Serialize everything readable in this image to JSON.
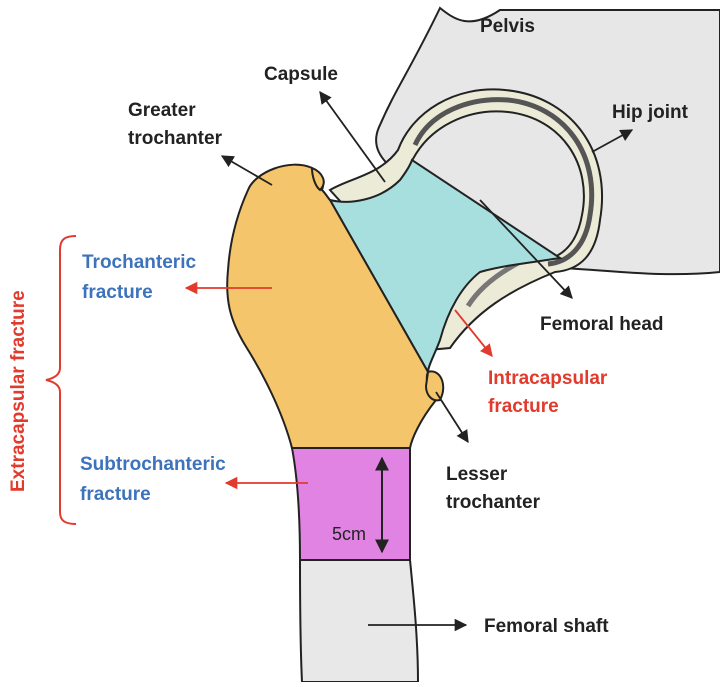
{
  "labels": {
    "pelvis": "Pelvis",
    "capsule": "Capsule",
    "hip_joint": "Hip joint",
    "greater_trochanter_line1": "Greater",
    "greater_trochanter_line2": "trochanter",
    "femoral_head": "Femoral head",
    "trochanteric_line1": "Trochanteric",
    "trochanteric_line2": "fracture",
    "intracapsular_line1": "Intracapsular",
    "intracapsular_line2": "fracture",
    "lesser_trochanter_line1": "Lesser",
    "lesser_trochanter_line2": "trochanter",
    "subtrochanteric_line1": "Subtrochanteric",
    "subtrochanteric_line2": "fracture",
    "extracapsular": "Extracapsular fracture",
    "five_cm": "5cm",
    "femoral_shaft": "Femoral shaft"
  },
  "colors": {
    "pelvis_fill": "#e7e7e8",
    "cartilage_fill": "#ecebd8",
    "trochanteric_fill": "#f5c56c",
    "intracapsular_fill": "#a7dfdf",
    "subtrochanteric_fill": "#e183e3",
    "shaft_fill": "#e8e8e8",
    "blue_text": "#3d73bd",
    "red_text": "#e23a2c",
    "outline": "#222222"
  }
}
